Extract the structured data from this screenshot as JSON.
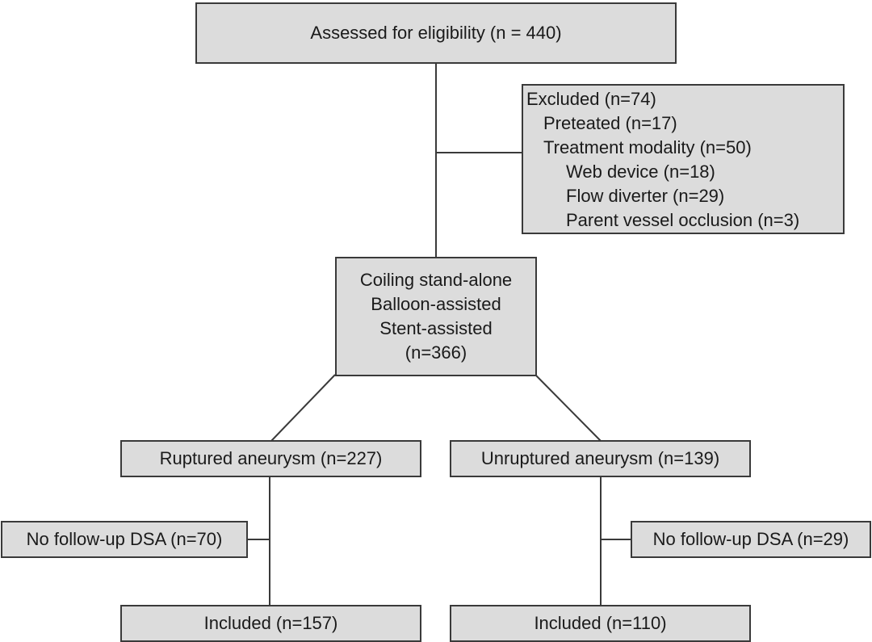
{
  "assessed": "Assessed for eligibility (n = 440)",
  "excluded": {
    "title": "Excluded (n=74)",
    "pretreated": "Preteated (n=17)",
    "modality": "Treatment modality (n=50)",
    "web": "Web device (n=18)",
    "flow": "Flow diverter (n=29)",
    "parent": "Parent vessel occlusion (n=3)"
  },
  "coiling": {
    "line1": "Coiling stand-alone",
    "line2": "Balloon-assisted",
    "line3": "Stent-assisted",
    "line4": "(n=366)"
  },
  "ruptured": "Ruptured aneurysm (n=227)",
  "unruptured": "Unruptured aneurysm (n=139)",
  "no_fu_left": "No follow-up DSA (n=70)",
  "no_fu_right": "No follow-up DSA (n=29)",
  "included_left": "Included (n=157)",
  "included_right": "Included (n=110)"
}
